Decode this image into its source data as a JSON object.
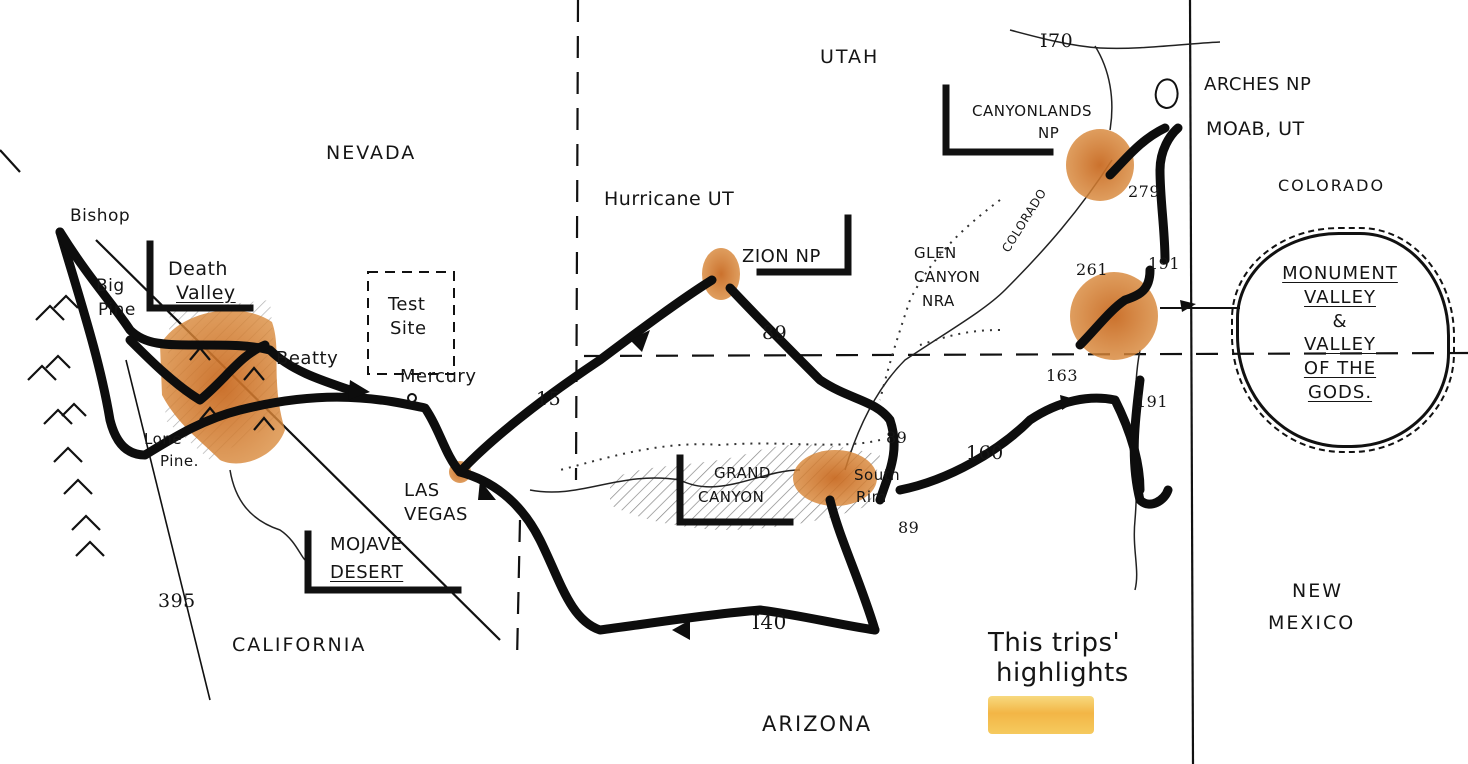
{
  "map": {
    "states": {
      "nevada": "NEVADA",
      "utah": "UTAH",
      "colorado": "COLORADO",
      "california": "CALIFORNIA",
      "arizona": "ARIZONA",
      "new_mexico_1": "NEW",
      "new_mexico_2": "MEXICO"
    },
    "places": {
      "bishop": "Bishop",
      "big_pine_1": "Big",
      "big_pine_2": "Pine",
      "death_valley_1": "Death",
      "death_valley_2": "Valley",
      "beatty": "Beatty",
      "lone_pine_1": "Lone",
      "lone_pine_2": "Pine.",
      "test_site_1": "Test",
      "test_site_2": "Site",
      "mercury": "Mercury",
      "las_vegas_1": "LAS",
      "las_vegas_2": "VEGAS",
      "mojave_1": "MOJAVE",
      "mojave_2": "DESERT",
      "hurricane": "Hurricane UT",
      "zion": "ZION NP",
      "grand_canyon_1": "GRAND",
      "grand_canyon_2": "CANYON",
      "south_rim_1": "South",
      "south_rim_2": "Rim",
      "glen_canyon_1": "GLEN",
      "glen_canyon_2": "CANYON",
      "glen_canyon_3": "NRA",
      "colorado_river": "COLORADO",
      "canyonlands_1": "CANYONLANDS",
      "canyonlands_2": "NP",
      "arches": "ARCHES NP",
      "moab": "MOAB, UT"
    },
    "routes": {
      "i70": "I70",
      "us395": "395",
      "i15": "15",
      "us89_north": "89",
      "us89_gc": "89",
      "us89_south": "89",
      "us160": "160",
      "us163": "163",
      "us191_south": "191",
      "us191_mv": "191",
      "us261": "261",
      "ut279": "279",
      "i40": "I40"
    },
    "callout": {
      "line1": "MONUMENT",
      "line2": "VALLEY",
      "line3": "&",
      "line4": "VALLEY",
      "line5": "OF THE",
      "line6": "GODS."
    },
    "legend": {
      "line1": "This trips'",
      "line2": "highlights"
    },
    "colors": {
      "ink": "#111111",
      "highlight": "#c8702a",
      "legend_swatch": "#f2b23c"
    }
  }
}
